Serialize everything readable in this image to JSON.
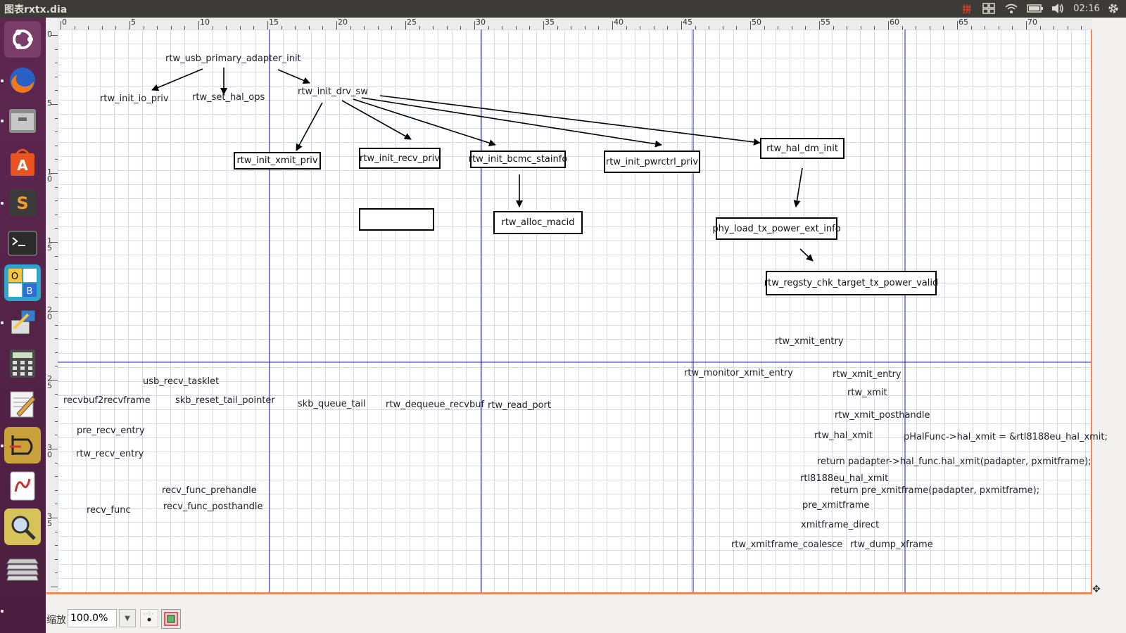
{
  "window": {
    "title": "图表rxtx.dia"
  },
  "panel": {
    "input_method": "拼",
    "time": "02:16"
  },
  "colors": {
    "guide": "#1a1ab0",
    "canvas_border": "#f08a5d",
    "panel": "#3c3b37",
    "launcher": "#5e2750"
  },
  "ruler": {
    "top": [
      "0",
      "5",
      "10",
      "15",
      "20",
      "25",
      "30",
      "35",
      "40",
      "45",
      "50",
      "55",
      "60",
      "65",
      "70"
    ],
    "left": [
      "0",
      "5",
      "1 0",
      "1 5",
      "2 0",
      "2 5",
      "3 0",
      "3 5"
    ]
  },
  "launcher": {
    "items": [
      "ubuntu-dash-icon",
      "firefox-icon",
      "files-icon",
      "software-center-icon",
      "sublime-text-icon",
      "terminal-icon",
      "libreoffice-icon",
      "network-tool-icon",
      "calculator-icon",
      "text-editor-icon",
      "dia-icon",
      "document-viewer-icon",
      "image-viewer-icon",
      "workspace-switcher-icon"
    ]
  },
  "diagram": {
    "labels": {
      "usb_primary": "rtw_usb_primary_adapter_init",
      "init_io": "rtw_init_io_priv",
      "set_hal": "rtw_set_hal_ops",
      "init_drv": "rtw_init_drv_sw",
      "xmit_entry_top": "rtw_xmit_entry",
      "usb_recv": "usb_recv_tasklet",
      "recvbuf2": "recvbuf2recvframe",
      "skb_reset": "skb_reset_tail_pointer",
      "skb_queue": "skb_queue_tail",
      "dequeue": "rtw_dequeue_recvbuf",
      "read_port": "rtw_read_port",
      "pre_recv": "pre_recv_entry",
      "recv_entry": "rtw_recv_entry",
      "recv_pre": "recv_func_prehandle",
      "recv_post": "recv_func_posthandle",
      "recv_func": "recv_func",
      "monitor": "rtw_monitor_xmit_entry",
      "xmit_entry": "rtw_xmit_entry",
      "xmit": "rtw_xmit",
      "xmit_post": "rtw_xmit_posthandle",
      "hal_xmit": "rtw_hal_xmit",
      "phal": "pHalFunc->hal_xmit = &rtl8188eu_hal_xmit;",
      "ret_padapter": "return padapter->hal_func.hal_xmit(padapter, pxmitframe);",
      "rtl_hal": "rtl8188eu_hal_xmit",
      "ret_pre": "return pre_xmitframe(padapter, pxmitframe);",
      "pre_xmitframe": "pre_xmitframe",
      "xmitframe_direct": "xmitframe_direct",
      "coalesce": "rtw_xmitframe_coalesce",
      "dump": "rtw_dump_xframe"
    },
    "boxes": {
      "xmit_priv": "rtw_init_xmit_priv",
      "recv_priv": "rtw_init_recv_priv",
      "bcmc": "rtw_init_bcmc_stainfo",
      "pwrctrl": "rtw_init_pwrctrl_priv",
      "dm_init": "rtw_hal_dm_init",
      "empty": "",
      "alloc": "rtw_alloc_macid",
      "phy": "phy_load_tx_power_ext_info",
      "regsty": "rtw_regsty_chk_target_tx_power_valid"
    }
  },
  "status": {
    "zoom_label": "缩放",
    "zoom_value": "100.0%"
  }
}
